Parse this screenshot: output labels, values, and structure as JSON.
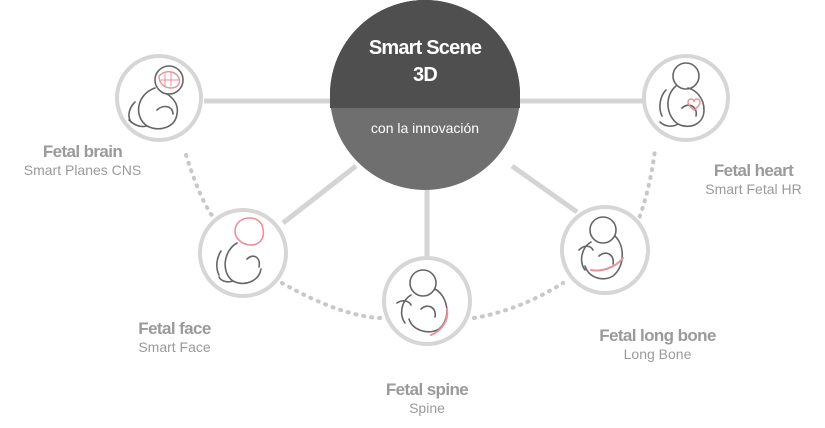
{
  "colors": {
    "circle_top": "#4f4f4f",
    "circle_bottom": "#6f6f6f",
    "connector": "#d4d4d4",
    "dotted": "#c8c8c8",
    "node_ring": "#d6d6d6",
    "text": "#9a9a9a",
    "accent": "#e8919a"
  },
  "center": {
    "title_line1": "Smart Scene",
    "title_line2": "3D",
    "subtitle": "con la innovación"
  },
  "nodes": [
    {
      "id": "brain",
      "title": "Fetal brain",
      "subtitle": "Smart Planes CNS",
      "icon": "fetus-brain-icon"
    },
    {
      "id": "face",
      "title": "Fetal face",
      "subtitle": "Smart Face",
      "icon": "fetus-face-icon"
    },
    {
      "id": "spine",
      "title": "Fetal spine",
      "subtitle": "Spine",
      "icon": "fetus-spine-icon"
    },
    {
      "id": "longbone",
      "title": "Fetal long bone",
      "subtitle": "Long Bone",
      "icon": "fetus-long-bone-icon"
    },
    {
      "id": "heart",
      "title": "Fetal heart",
      "subtitle": "Smart Fetal HR",
      "icon": "fetus-heart-icon"
    }
  ]
}
